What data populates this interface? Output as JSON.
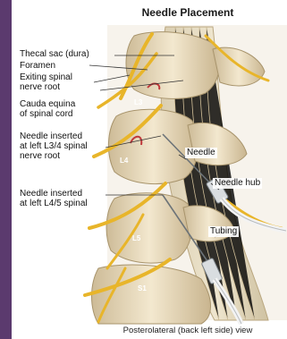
{
  "title": "Needle Placement",
  "caption": "Posterolateral (back left side) view",
  "labels": {
    "thecal_sac": "Thecal sac (dura)",
    "foramen": "Foramen",
    "exiting_root": "Exiting spinal\nnerve root",
    "cauda_equina": "Cauda equina\nof spinal cord",
    "needle_l34": "Needle inserted\nat left L3/4 spinal\nnerve root",
    "needle_l45": "Needle inserted\nat left L4/5 spinal",
    "needle": "Needle",
    "needle_hub": "Needle hub",
    "tubing": "Tubing"
  },
  "vertebrae": {
    "l3": "L3",
    "l4": "L4",
    "l5": "L5",
    "s1": "S1"
  },
  "colors": {
    "sidebar": "#5b3a6e",
    "bone": "#e9dcc0",
    "nerve": "#e8b52a"
  }
}
